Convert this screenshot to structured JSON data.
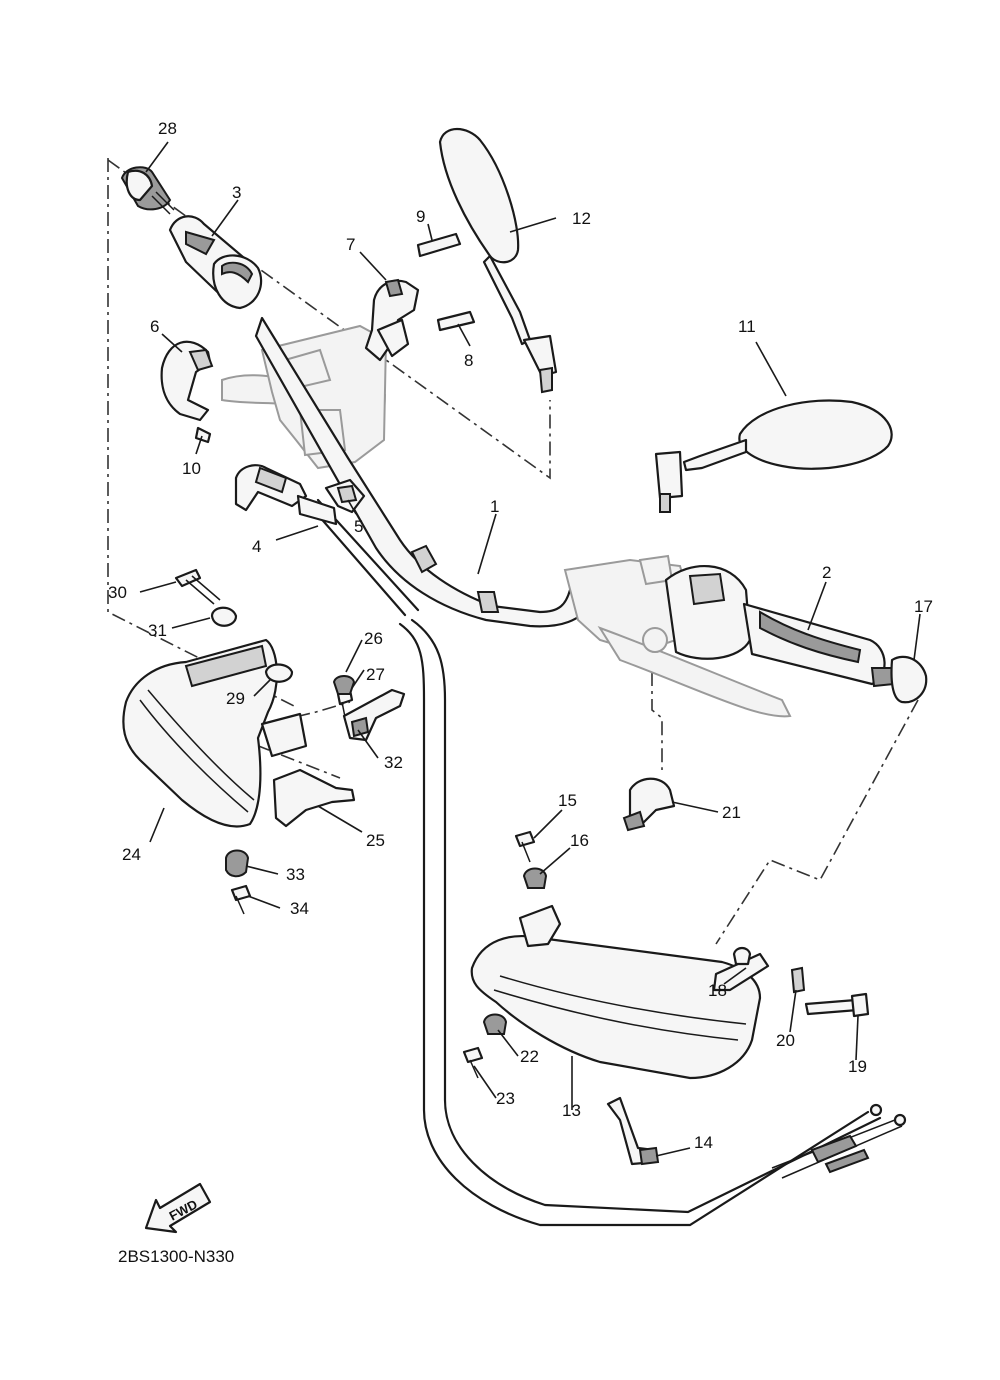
{
  "diagram_code": "2BS1300-N330",
  "fwd_label": "FWD",
  "callouts": {
    "c1": "1",
    "c2": "2",
    "c3": "3",
    "c4": "4",
    "c5": "5",
    "c6": "6",
    "c7": "7",
    "c8": "8",
    "c9": "9",
    "c10": "10",
    "c11": "11",
    "c12": "12",
    "c13": "13",
    "c14": "14",
    "c15": "15",
    "c16": "16",
    "c17": "17",
    "c18": "18",
    "c19": "19",
    "c20": "20",
    "c21": "21",
    "c22": "22",
    "c23": "23",
    "c24": "24",
    "c25": "25",
    "c26": "26",
    "c27": "27",
    "c28": "28",
    "c29": "29",
    "c30": "30",
    "c31": "31",
    "c32": "32",
    "c33": "33",
    "c34": "34"
  },
  "colors": {
    "ink": "#1a1a1a",
    "paper": "#ffffff",
    "shade": "#9a9a9a"
  }
}
